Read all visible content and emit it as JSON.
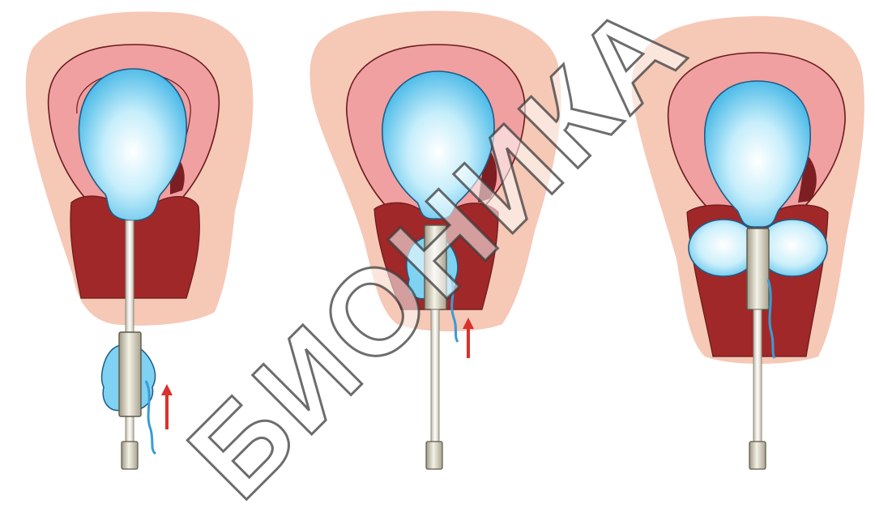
{
  "figure": {
    "panels": [
      {
        "id": "panel-1",
        "stage": "catheter-inserted-sleeve-outside"
      },
      {
        "id": "panel-2",
        "stage": "sleeve-advanced-into-cervix"
      },
      {
        "id": "panel-3",
        "stage": "cervical-balloons-inflated"
      }
    ]
  },
  "watermark": {
    "text": "БИОНИКА"
  },
  "colors": {
    "background": "#ffffff",
    "tissue_outer": "#f6c8b6",
    "uterine_wall": "#f0a0a0",
    "cervix": "#a02828",
    "cervix_dark": "#7c1e22",
    "balloon_fill": "#bfeaf8",
    "balloon_edge": "#1d5b87",
    "catheter": "#f1efe8",
    "sleeve": "#cdc8b8",
    "arrow": "#d8322c"
  },
  "icons": [
    "red-arrow-up-icon"
  ]
}
